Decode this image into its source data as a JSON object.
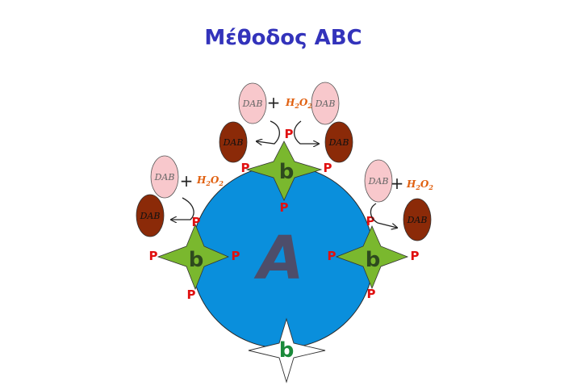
{
  "title": "Μέθοδος ABC",
  "avidin_label": "A",
  "biotin_label": "b",
  "phosphate_label": "P",
  "substrate_label": "DAB",
  "product_label": "DAB",
  "plus_sign": "+",
  "h2o2": {
    "h": "H",
    "two_a": "2",
    "o": "O",
    "two_b": "2"
  },
  "colors": {
    "title": "#3333bb",
    "avidin": "#0a8fdc",
    "biotin_star": "#7ab82e",
    "free_biotin_star": "#ffffff",
    "dab_substrate": "#f8c8cc",
    "dab_product": "#8b2a08",
    "phosphate": "#e01010",
    "h2o2": "#e06010"
  }
}
